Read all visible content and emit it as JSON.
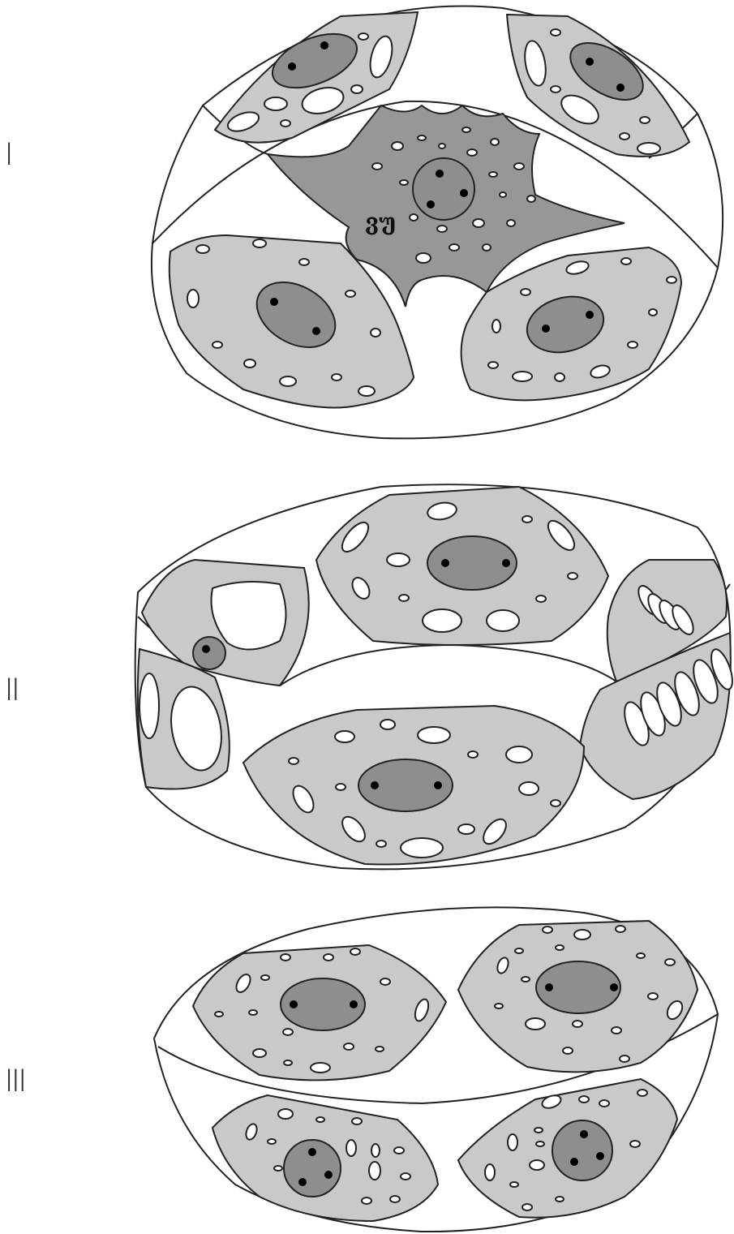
{
  "panels": [
    {
      "label": "I",
      "cell_label": "ვუ"
    },
    {
      "label": "II"
    },
    {
      "label": "III"
    }
  ],
  "colors": {
    "background": "#ffffff",
    "outline": "#222222",
    "cytoplasm_light": "#c9c9c9",
    "cytoplasm_dark": "#979797",
    "nucleus": "#8e8e8e",
    "nucleolus": "#000000",
    "vacuole": "#ffffff"
  }
}
